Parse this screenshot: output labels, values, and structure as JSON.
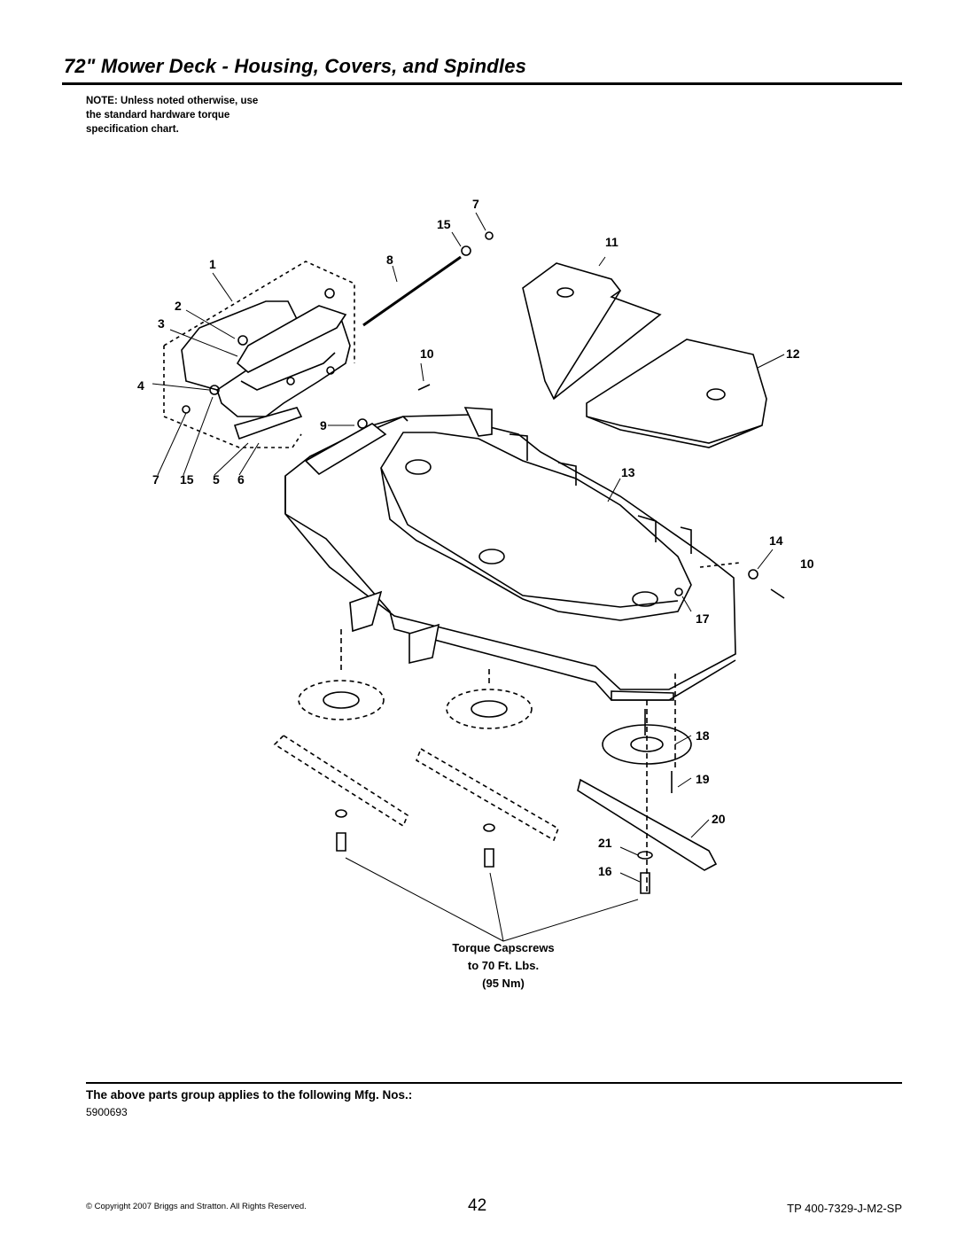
{
  "page": {
    "title": "72\" Mower Deck - Housing, Covers, and Spindles",
    "note": "NOTE: Unless noted otherwise, use\nthe standard hardware torque\nspecification chart.",
    "torque_note": [
      "Torque Capscrews",
      "to 70 Ft. Lbs.",
      "(95 Nm)"
    ],
    "applies_heading": "The above parts group applies to the following Mfg. Nos.:",
    "mfg_number": "5900693",
    "copyright": "© Copyright  2007 Briggs and Stratton. All Rights Reserved.",
    "page_number": "42",
    "doc_id": "TP 400-7329-J-M2-SP"
  },
  "callouts": {
    "c7_top": "7",
    "c15_top": "15",
    "c11": "11",
    "c1": "1",
    "c8": "8",
    "c2": "2",
    "c3": "3",
    "c10_top": "10",
    "c12": "12",
    "c4": "4",
    "c9": "9",
    "c7_bot": "7",
    "c15_bot": "15",
    "c5": "5",
    "c6": "6",
    "c13": "13",
    "c14": "14",
    "c10_right": "10",
    "c17": "17",
    "c18": "18",
    "c19": "19",
    "c20": "20",
    "c21": "21",
    "c16": "16"
  }
}
